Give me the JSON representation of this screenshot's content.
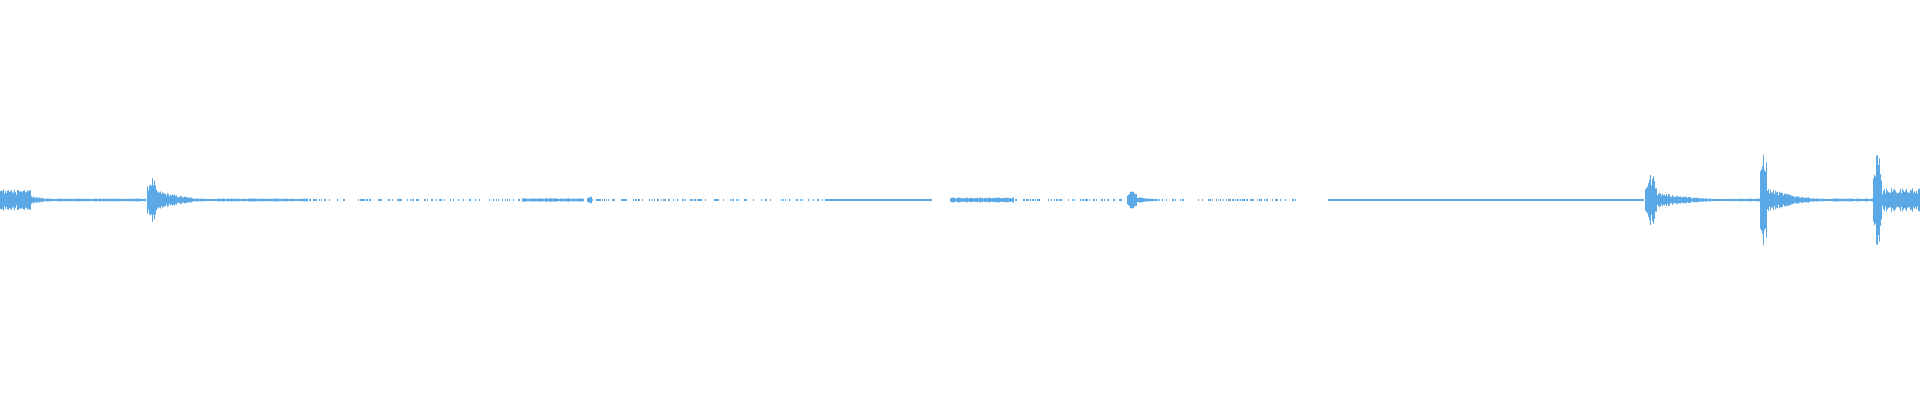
{
  "waveform": {
    "color": "#5aa9e6",
    "background": "#ffffff",
    "duration_fraction_visible": 1.0,
    "segments": [
      {
        "start": 0.0,
        "end": 0.016,
        "amp": 0.24,
        "kind": "burst"
      },
      {
        "start": 0.016,
        "end": 0.03,
        "amp": 0.07,
        "kind": "decay"
      },
      {
        "start": 0.03,
        "end": 0.076,
        "amp": 0.03,
        "kind": "steady"
      },
      {
        "start": 0.077,
        "end": 0.081,
        "amp": 0.44,
        "kind": "spike"
      },
      {
        "start": 0.081,
        "end": 0.112,
        "amp": 0.18,
        "kind": "decay"
      },
      {
        "start": 0.112,
        "end": 0.148,
        "amp": 0.03,
        "kind": "steady"
      },
      {
        "start": 0.148,
        "end": 0.16,
        "amp": 0.03,
        "kind": "steady"
      },
      {
        "start": 0.16,
        "end": 0.345,
        "amp": 0.012,
        "kind": "sparse"
      },
      {
        "start": 0.272,
        "end": 0.304,
        "amp": 0.035,
        "kind": "steady"
      },
      {
        "start": 0.306,
        "end": 0.308,
        "amp": 0.08,
        "kind": "spike"
      },
      {
        "start": 0.345,
        "end": 0.43,
        "amp": 0.012,
        "kind": "sparse"
      },
      {
        "start": 0.428,
        "end": 0.485,
        "amp": 0.012,
        "kind": "steady"
      },
      {
        "start": 0.495,
        "end": 0.528,
        "amp": 0.05,
        "kind": "steady"
      },
      {
        "start": 0.528,
        "end": 0.585,
        "amp": 0.012,
        "kind": "sparse"
      },
      {
        "start": 0.587,
        "end": 0.592,
        "amp": 0.18,
        "kind": "spike"
      },
      {
        "start": 0.592,
        "end": 0.603,
        "amp": 0.05,
        "kind": "decay"
      },
      {
        "start": 0.603,
        "end": 0.675,
        "amp": 0.012,
        "kind": "sparse"
      },
      {
        "start": 0.692,
        "end": 0.856,
        "amp": 0.012,
        "kind": "steady"
      },
      {
        "start": 0.857,
        "end": 0.863,
        "amp": 0.5,
        "kind": "spike"
      },
      {
        "start": 0.863,
        "end": 0.9,
        "amp": 0.14,
        "kind": "decay"
      },
      {
        "start": 0.9,
        "end": 0.917,
        "amp": 0.03,
        "kind": "steady"
      },
      {
        "start": 0.917,
        "end": 0.92,
        "amp": 1.0,
        "kind": "spike"
      },
      {
        "start": 0.92,
        "end": 0.955,
        "amp": 0.22,
        "kind": "decay"
      },
      {
        "start": 0.955,
        "end": 0.976,
        "amp": 0.03,
        "kind": "steady"
      },
      {
        "start": 0.976,
        "end": 0.98,
        "amp": 0.92,
        "kind": "spike"
      },
      {
        "start": 0.98,
        "end": 1.0,
        "amp": 0.26,
        "kind": "burst"
      }
    ]
  }
}
